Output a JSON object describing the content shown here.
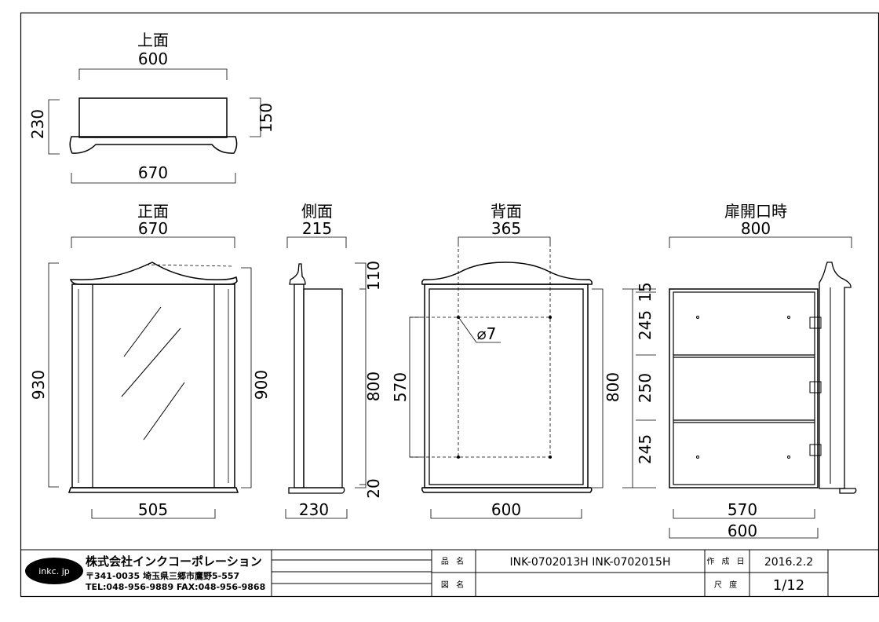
{
  "views": {
    "top": {
      "title": "上面",
      "width_top": "600",
      "depth_left": "230",
      "depth_right": "150",
      "width_bottom": "670"
    },
    "front": {
      "title": "正面",
      "width_top": "670",
      "height_left": "930",
      "height_right": "900",
      "width_bottom": "505"
    },
    "side": {
      "title": "側面",
      "width_top": "215",
      "dim_top": "110",
      "dim_mid": "800",
      "dim_bottom": "20",
      "width_bottom": "230"
    },
    "back": {
      "title": "背面",
      "width_top": "365",
      "height_left": "570",
      "height_right": "800",
      "hole": "⌀7",
      "width_bottom": "600"
    },
    "open": {
      "title": "扉開口時",
      "width_top": "800",
      "dim_1": "15",
      "dim_2": "245",
      "dim_3": "250",
      "dim_4": "245",
      "width_inner": "570",
      "width_outer": "600"
    }
  },
  "title_block": {
    "logo": "inkc. jp",
    "company": "株式会社インクコーポレーション",
    "address": "〒341-0035 埼玉県三郷市鷹野5-557",
    "contact": "TEL:048-956-9889 FAX:048-956-9868",
    "product_label": "品 名",
    "product_value": "INK-0702013H  INK-0702015H",
    "drawing_label": "図 名",
    "date_label": "作 成 日",
    "date_value": "2016.2.2",
    "scale_label": "尺 度",
    "scale_value": "1/12"
  }
}
